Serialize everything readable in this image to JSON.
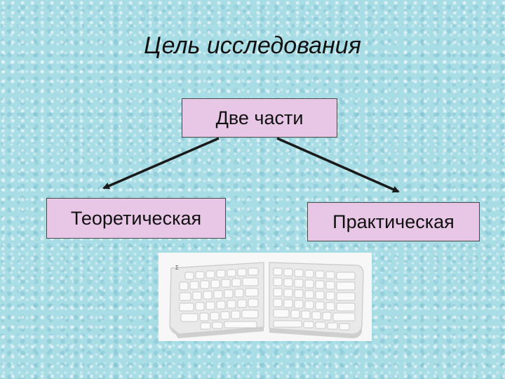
{
  "slide": {
    "title": "Цель исследования",
    "top_box": "Две части",
    "left_box": "Теоретическая",
    "right_box": "Практическая",
    "image": "split-ergonomic-keyboard-photo"
  },
  "colors": {
    "background": "#a9dde6",
    "box_fill": "#e8c6e6",
    "arrow": "#1a1a1a"
  }
}
